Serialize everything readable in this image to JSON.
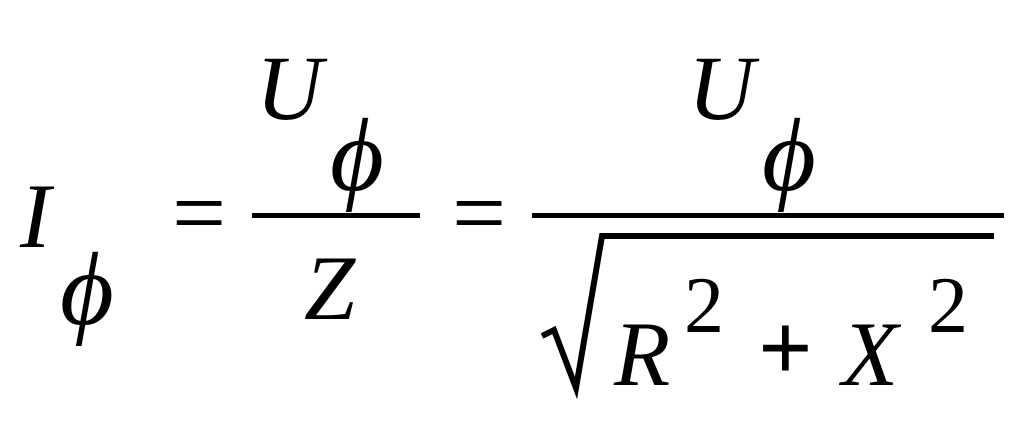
{
  "formula": {
    "lhs": {
      "symbol": "I",
      "subscript": "ϕ"
    },
    "equals_1": "=",
    "fraction_1": {
      "numerator": {
        "symbol": "U",
        "subscript": "ϕ"
      },
      "denominator": "Z"
    },
    "equals_2": "=",
    "fraction_2": {
      "numerator": {
        "symbol": "U",
        "subscript": "ϕ"
      },
      "denominator": {
        "term_1": "R",
        "exp_1": "2",
        "plus": "+",
        "term_2": "X",
        "exp_2": "2"
      }
    }
  }
}
